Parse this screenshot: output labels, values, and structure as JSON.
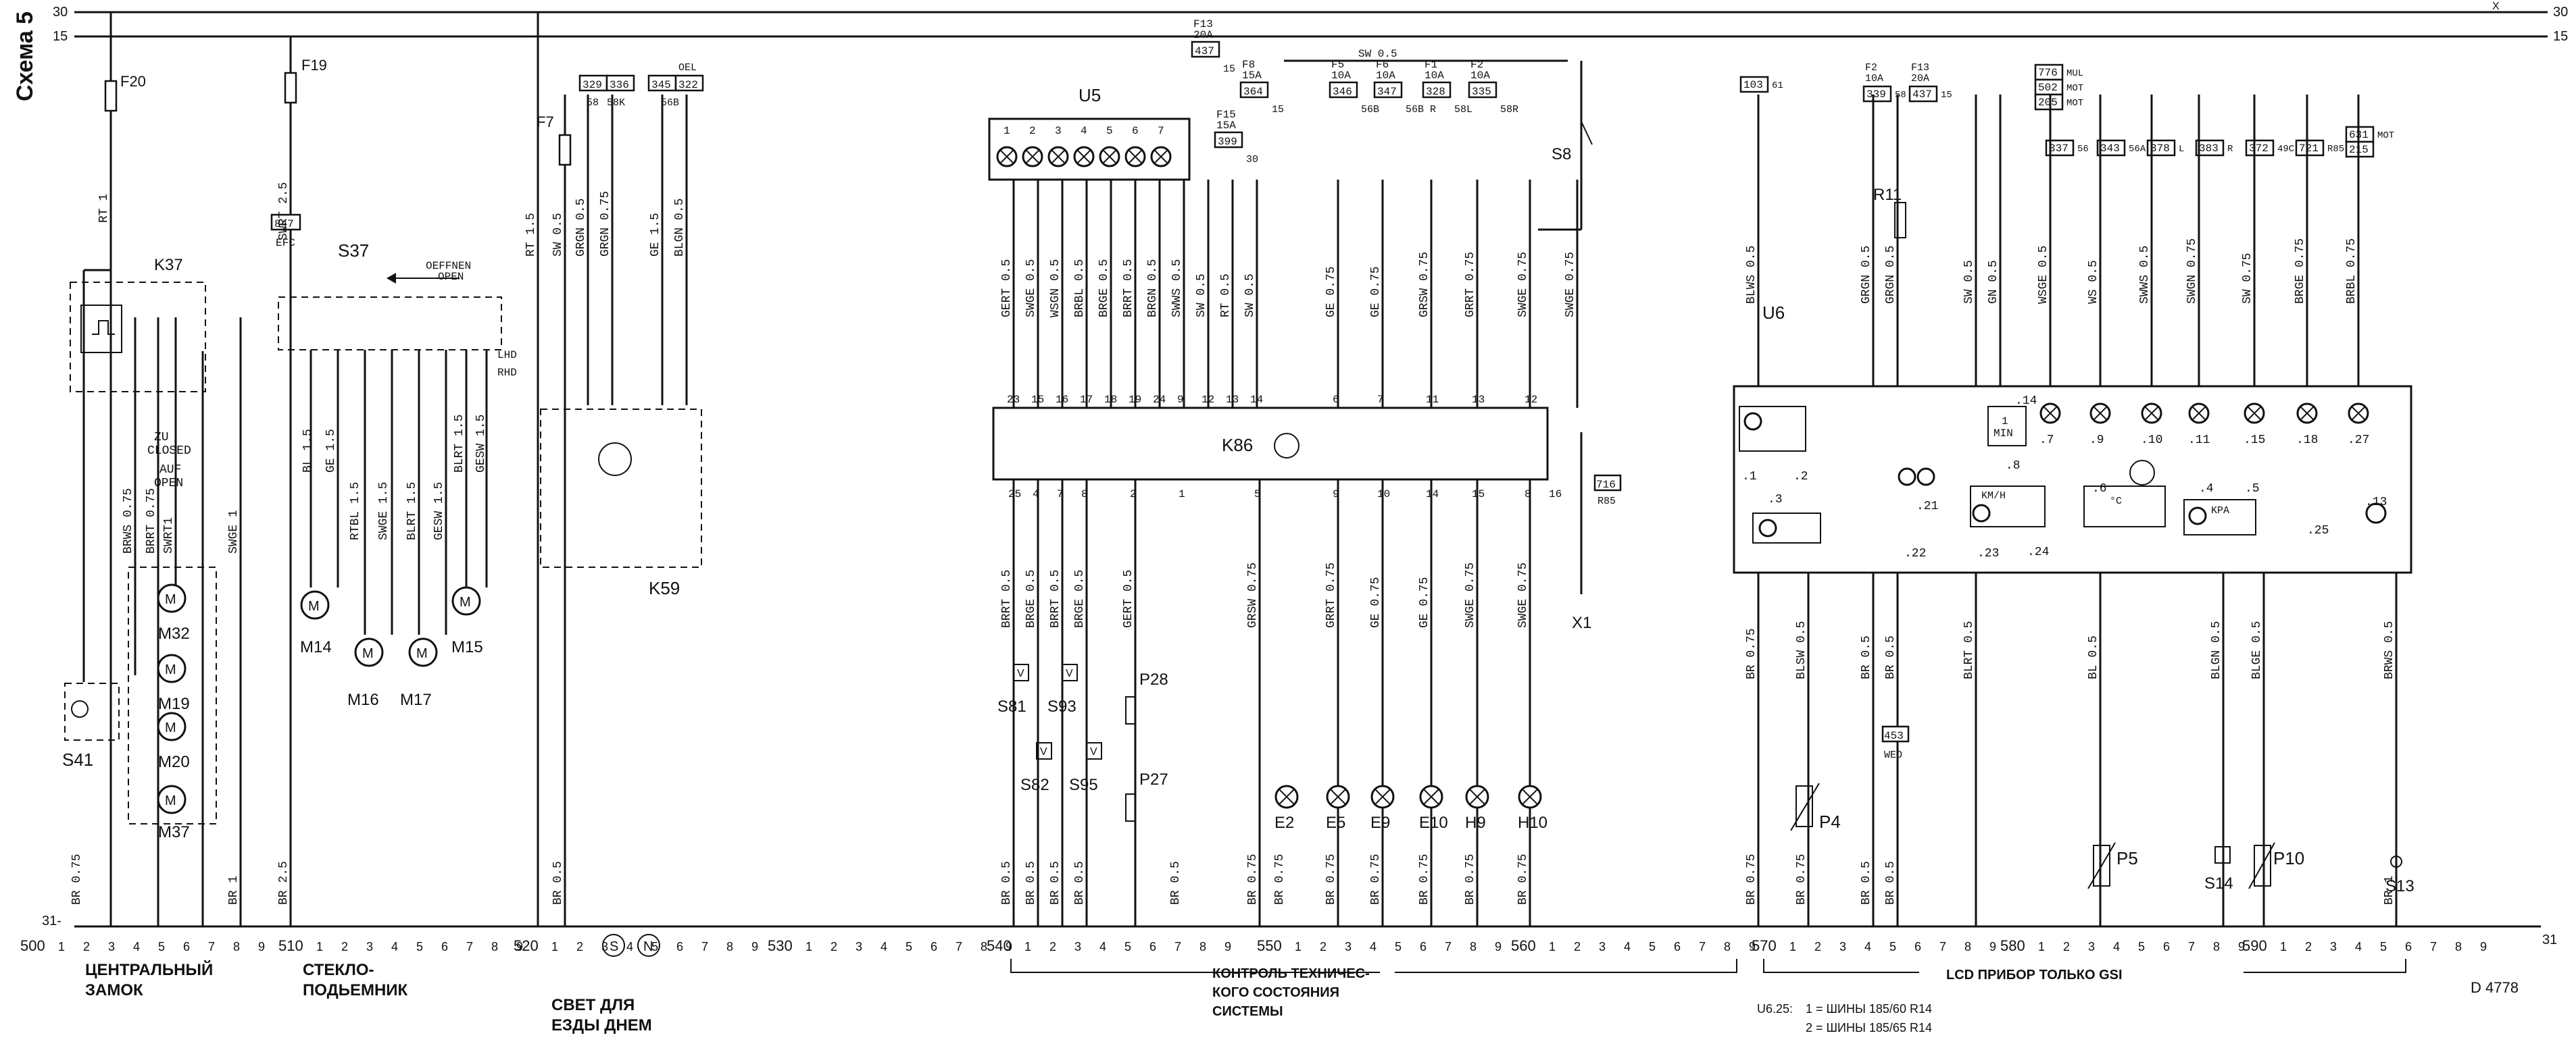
{
  "title": "Схема 5",
  "code": "D 4778",
  "rails": {
    "left_top": "30",
    "left_mid": "15",
    "right_top": "30",
    "right_mid": "15",
    "right_x": "X",
    "bottom_left": "31-",
    "bottom_right": "31"
  },
  "numbering": {
    "section_labels": [
      "500",
      "510",
      "520",
      "530",
      "540",
      "550",
      "560",
      "570",
      "580",
      "590"
    ],
    "digits": [
      "1",
      "2",
      "3",
      "4",
      "5",
      "6",
      "7",
      "8",
      "9"
    ]
  },
  "sections": {
    "central_lock": "ЦЕНТРАЛЬНЫЙ\nЗАМОК",
    "window_lift": "СТЕКЛО-\nПОДЬЕМНИК",
    "daytime_lights": "СВЕТ ДЛЯ\nЕЗДЫ ДНЕМ",
    "check_control": "КОНТРОЛЬ ТЕХНИЧЕС-\nКОГО СОСТОЯНИЯ\nСИСТЕМЫ",
    "lcd": "LCD ПРИБОР ТОЛЬКО GSI",
    "daytime_s": "S",
    "daytime_n": "N"
  },
  "footnote": {
    "prefix": "U6.25:",
    "line1": "1 = ШИНЫ 185/60 R14",
    "line2": "2 = ШИНЫ 185/65 R14"
  },
  "components": {
    "F20": "F20",
    "F19": "F19",
    "F7": "F7",
    "K37": "K37",
    "S37": "S37",
    "S41": "S41",
    "M32": "M32",
    "M19": "M19",
    "M20": "M20",
    "M37": "M37",
    "M14": "M14",
    "M16": "M16",
    "M17": "M17",
    "M15": "M15",
    "K59": "K59",
    "U5": "U5",
    "K86": "K86",
    "U6": "U6",
    "S81": "S81",
    "S93": "S93",
    "S82": "S82",
    "S95": "S95",
    "P28": "P28",
    "P27": "P27",
    "E2": "E2",
    "E5": "E5",
    "E9": "E9",
    "E10": "E10",
    "H9": "H9",
    "H10": "H10",
    "S8": "S8",
    "X1": "X1",
    "R11": "R11",
    "P4": "P4",
    "P5": "P5",
    "S14": "S14",
    "P10": "P10",
    "S13": "S13"
  },
  "labels": {
    "open_close_s37": "OEFFNEN\nOPEN",
    "zu_closed": "ZU\nCLOSED",
    "auf_open": "AUF\nOPEN",
    "lhd": "LHD",
    "rhd": "RHD",
    "efc": "EFC",
    "sw05_bus": "SW 0.5",
    "ref_847": "847",
    "ref_328": "329",
    "ref_336": "336",
    "ref_345": "345",
    "ref_322": "322",
    "oel": "OEL",
    "ref_58": "58",
    "ref_58k": "58K",
    "ref_56b": "56B",
    "ref_716": "716",
    "ref_716b": "R85",
    "ref_453": "453",
    "ref_453b": "WEO",
    "lcd_min": "1\nMIN",
    "lcd_kmh": "KM/H",
    "lcd_c": "°C",
    "lcd_kpa": "KPA"
  },
  "fuses_top": [
    {
      "name": "F13",
      "rating": "20A",
      "ref": "437",
      "term": "15"
    },
    {
      "name": "F8",
      "rating": "15A",
      "ref": "364",
      "term": "15"
    },
    {
      "name": "F15",
      "rating": "15A",
      "ref": "399",
      "term": "30"
    },
    {
      "name": "F5",
      "rating": "10A",
      "ref": "346",
      "term": "56B"
    },
    {
      "name": "F6",
      "rating": "10A",
      "ref": "347",
      "term": "56B R"
    },
    {
      "name": "F1",
      "rating": "10A",
      "ref": "328",
      "term": "58L"
    },
    {
      "name": "F2",
      "rating": "10A",
      "ref": "335",
      "term": "58R"
    }
  ],
  "fuses_right": [
    {
      "name": "",
      "rating": "",
      "ref": "103",
      "term": "61"
    },
    {
      "name": "F2",
      "rating": "10A",
      "ref": "339",
      "term": "58"
    },
    {
      "name": "F13",
      "rating": "20A",
      "ref": "437",
      "term": "15"
    },
    {
      "name": "",
      "rating": "",
      "ref": "776",
      "term": "MUL"
    },
    {
      "name": "",
      "rating": "",
      "ref": "502",
      "term": "MOT"
    },
    {
      "name": "",
      "rating": "",
      "ref": "205",
      "term": "MOT"
    },
    {
      "name": "",
      "rating": "",
      "ref": "337",
      "term": "56"
    },
    {
      "name": "",
      "rating": "",
      "ref": "343",
      "term": "56A"
    },
    {
      "name": "",
      "rating": "",
      "ref": "378",
      "term": "L"
    },
    {
      "name": "",
      "rating": "",
      "ref": "383",
      "term": "R"
    },
    {
      "name": "",
      "rating": "",
      "ref": "372",
      "term": "49C"
    },
    {
      "name": "",
      "rating": "",
      "ref": "721",
      "term": "R85"
    },
    {
      "name": "",
      "rating": "",
      "ref": "631",
      "term": "MOT"
    },
    {
      "name": "",
      "rating": "",
      "ref": "215",
      "term": ""
    }
  ],
  "u5_pins": [
    "1",
    "2",
    "3",
    "4",
    "5",
    "6",
    "7"
  ],
  "x21_top_pins": [
    "23",
    "15",
    "16",
    "17",
    "18",
    "19",
    "24",
    "9",
    "12",
    "13",
    "14"
  ],
  "x20_top_pins": [
    "6",
    "7",
    "11",
    "13",
    "12"
  ],
  "k86_bottom_pins": [
    "25",
    "4",
    "7",
    "8",
    "2",
    "1",
    "5",
    "9",
    "10",
    "14",
    "15",
    "8",
    "16"
  ],
  "lcd_lamps": [
    ".7",
    ".9",
    ".10",
    ".11",
    ".15",
    ".18",
    ".27"
  ],
  "lcd_items": [
    ".1",
    ".2",
    ".3",
    ".22",
    ".21",
    ".8",
    ".23",
    ".24",
    ".6",
    ".4",
    ".5",
    ".25",
    ".13",
    ".14"
  ],
  "wires_left": [
    {
      "label": "RT 1"
    },
    {
      "label": "BRWS 0.75"
    },
    {
      "label": "BRRT 0.75"
    },
    {
      "label": "SWRT1"
    },
    {
      "label": "SWGE 1"
    },
    {
      "label": "SWRT 2.5"
    },
    {
      "label": "BL 1.5"
    },
    {
      "label": "GE 1.5"
    },
    {
      "label": "RTBL 1.5"
    },
    {
      "label": "SWGE 1.5"
    },
    {
      "label": "BLRT 1.5"
    },
    {
      "label": "GESW 1.5"
    },
    {
      "label": "BLRT 1.5"
    },
    {
      "label": "GESW 1.5"
    }
  ],
  "wires_k59": [
    {
      "label": "RT 1.5"
    },
    {
      "label": "SW 0.5"
    },
    {
      "label": "GRGN 0.5"
    },
    {
      "label": "GRGN 0.75"
    },
    {
      "label": "GE 1.5"
    },
    {
      "label": "BLGN 0.5"
    }
  ],
  "wires_k86_top": [
    {
      "label": "GERT 0.5"
    },
    {
      "label": "SWGE 0.5"
    },
    {
      "label": "WSGN 0.5"
    },
    {
      "label": "BRBL 0.5"
    },
    {
      "label": "BRGE 0.5"
    },
    {
      "label": "BRRT 0.5"
    },
    {
      "label": "BRGN 0.5"
    },
    {
      "label": "SWWS 0.5"
    },
    {
      "label": "SW 0.5"
    },
    {
      "label": "RT 0.5"
    },
    {
      "label": "SW 0.5"
    },
    {
      "label": "GE 0.75"
    },
    {
      "label": "GE 0.75"
    },
    {
      "label": "GRSW 0.75"
    },
    {
      "label": "GRRT 0.75"
    },
    {
      "label": "SWGE 0.75"
    },
    {
      "label": "SWGE 0.75"
    }
  ],
  "wires_k86_bottom": [
    {
      "label": "BRRT 0.5"
    },
    {
      "label": "BRGE 0.5"
    },
    {
      "label": "BRRT 0.5"
    },
    {
      "label": "BRGE 0.5"
    },
    {
      "label": "GERT 0.5"
    },
    {
      "label": "GRSW 0.75"
    },
    {
      "label": "GRRT 0.75"
    },
    {
      "label": "GE 0.75"
    },
    {
      "label": "GE 0.75"
    },
    {
      "label": "SWGE 0.75"
    },
    {
      "label": "SWGE 0.75"
    }
  ],
  "wires_u6_top": [
    {
      "label": "BLWS 0.5"
    },
    {
      "label": "GRGN 0.5"
    },
    {
      "label": "GRGN 0.5"
    },
    {
      "label": "SW 0.5"
    },
    {
      "label": "GN 0.5"
    },
    {
      "label": "WSGE 0.5"
    },
    {
      "label": "WS 0.5"
    },
    {
      "label": "SWWS 0.5"
    },
    {
      "label": "SWGN 0.75"
    },
    {
      "label": "SW 0.75"
    },
    {
      "label": "BRGE 0.75"
    },
    {
      "label": "BRBL 0.75"
    }
  ],
  "wires_u6_bottom": [
    {
      "label": "BR 0.75"
    },
    {
      "label": "BLSW 0.5"
    },
    {
      "label": "BR 0.5"
    },
    {
      "label": "BR 0.5"
    },
    {
      "label": "BLRT 0.5"
    },
    {
      "label": "BL 0.5"
    },
    {
      "label": "BLGN 0.5"
    },
    {
      "label": "BLGE 0.5"
    },
    {
      "label": "BRWS 0.5"
    }
  ],
  "ground_wires": [
    {
      "label": "BR 0.75"
    },
    {
      "label": "BR 1"
    },
    {
      "label": "BR 2.5"
    },
    {
      "label": "BR 0.5"
    },
    {
      "label": "BR 0.5"
    },
    {
      "label": "BR 0.5"
    },
    {
      "label": "BR 0.5"
    },
    {
      "label": "BR 0.5"
    },
    {
      "label": "BR 0.5"
    },
    {
      "label": "BR 0.75"
    },
    {
      "label": "BR 0.75"
    },
    {
      "label": "BR 0.75"
    },
    {
      "label": "BR 0.75"
    },
    {
      "label": "BR 0.75"
    },
    {
      "label": "BR 0.75"
    },
    {
      "label": "BR 0.75"
    },
    {
      "label": "BR 0.75"
    },
    {
      "label": "BR 0.75"
    },
    {
      "label": "BR 0.5"
    },
    {
      "label": "BR 0.5"
    },
    {
      "label": "BR 1"
    }
  ]
}
